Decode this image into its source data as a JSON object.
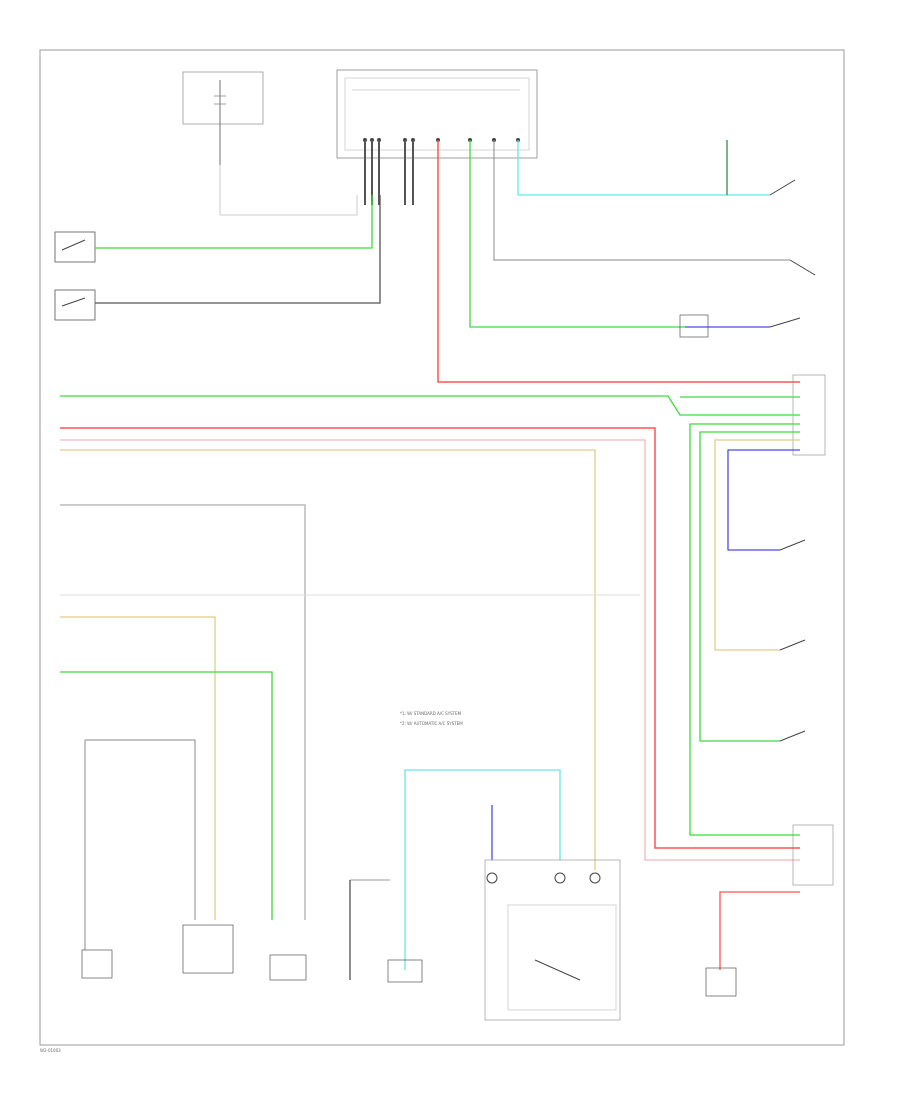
{
  "page": {
    "footer_code": "W2-01003"
  },
  "colors": {
    "frame": "#9a9a9a",
    "green": "#3ddc3d",
    "red": "#ff5555",
    "pink": "#f3b6b6",
    "tan": "#e0cc8a",
    "cyan": "#66e6e6",
    "blue": "#4a4ae6",
    "gray": "#666666",
    "lightgray": "#cccccc",
    "dark": "#222222"
  },
  "notes": {
    "line1": "*1: W/ STANDARD A/C SYSTEM",
    "line2": "*2: W/ AUTOMATIC A/C SYSTEM"
  }
}
